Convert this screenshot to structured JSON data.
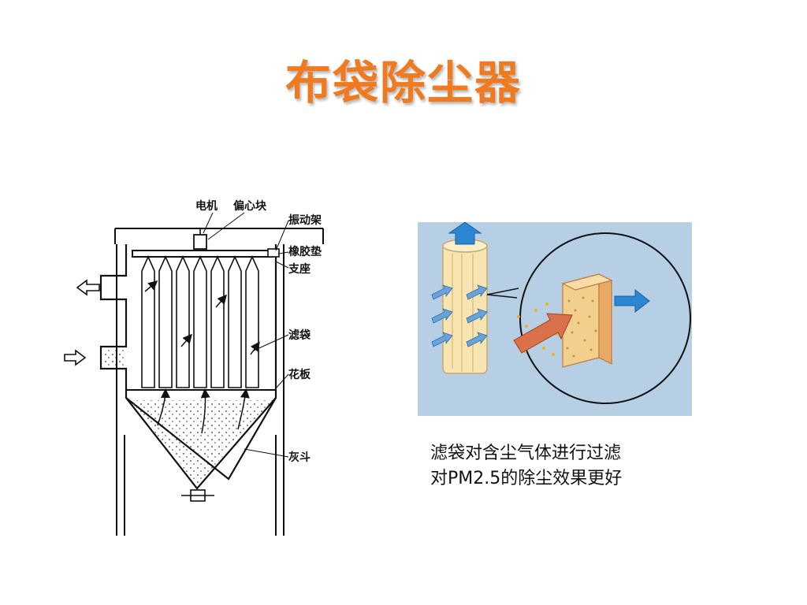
{
  "slide": {
    "title": "布袋除尘器"
  },
  "left_diagram": {
    "labels": {
      "motor": "电机",
      "eccentric_block": "偏心块",
      "vibration_frame": "振动架",
      "rubber_pad": "橡胶垫",
      "support": "支座",
      "filter_bag": "滤袋",
      "tube_sheet": "花板",
      "ash_hopper": "灰斗"
    }
  },
  "caption": {
    "line1": "滤袋对含尘气体进行过滤",
    "line2": "对PM2.5的除尘效果更好"
  },
  "colors": {
    "title": "#f07a1f",
    "panel_bg": "#b7cfe4",
    "arrow_blue": "#2b86d3",
    "bag_fill": "#f7e4b0",
    "filter_orange": "#e8a866"
  }
}
